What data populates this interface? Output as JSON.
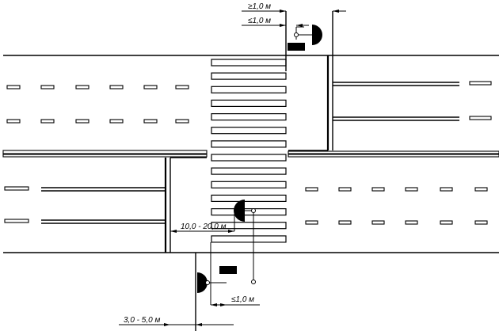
{
  "labels": {
    "dim_ge_1m": "≥1,0 м",
    "dim_le_1m_top": "≤1,0 м",
    "dim_10_20m": "10,0 - 20,0 м",
    "dim_le_1m_bottom": "≤1,0 м",
    "dim_3_5m": "3,0 - 5,0 м"
  },
  "crosswalk": {
    "stripe_count": 14
  },
  "colors": {
    "ink": "#000000",
    "paper": "#ffffff"
  }
}
